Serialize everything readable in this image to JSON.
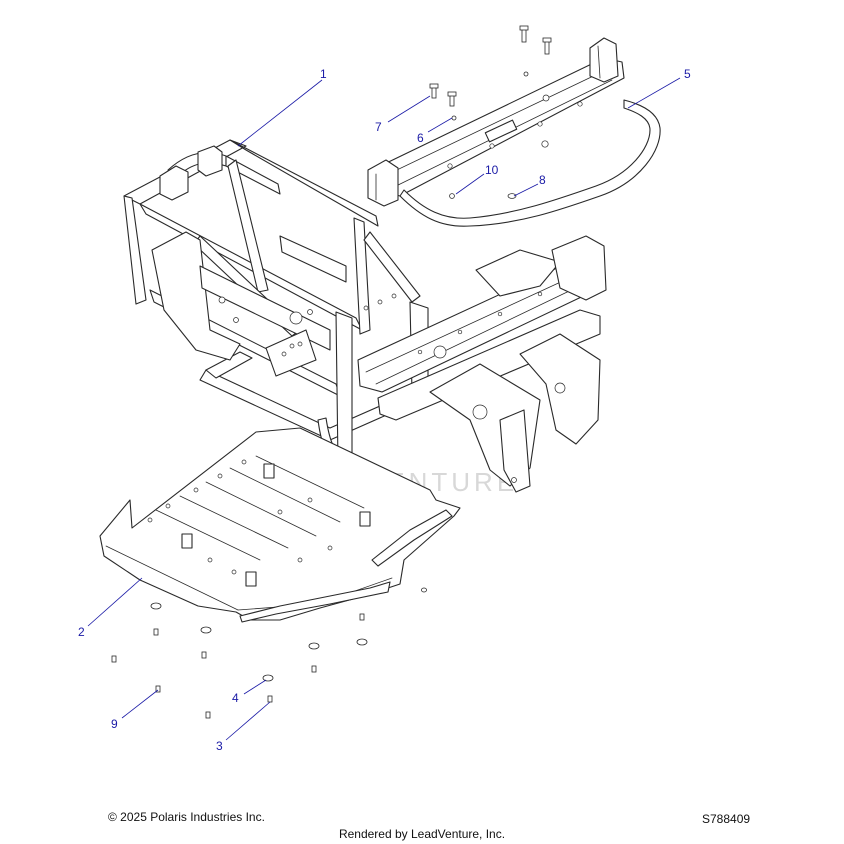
{
  "callouts": [
    {
      "label": "1"
    },
    {
      "label": "2"
    },
    {
      "label": "3"
    },
    {
      "label": "4"
    },
    {
      "label": "5"
    },
    {
      "label": "6"
    },
    {
      "label": "7"
    },
    {
      "label": "8"
    },
    {
      "label": "9"
    },
    {
      "label": "10"
    }
  ],
  "watermark": "LEADVENTURE",
  "footer": {
    "copyright": "© 2025 Polaris Industries Inc.",
    "part_number": "S788409",
    "rendered_by": "Rendered by LeadVenture, Inc."
  },
  "colors": {
    "callout": "#1a1aa6",
    "line_art": "#2a2a2a",
    "watermark": "#d8d8d8"
  }
}
